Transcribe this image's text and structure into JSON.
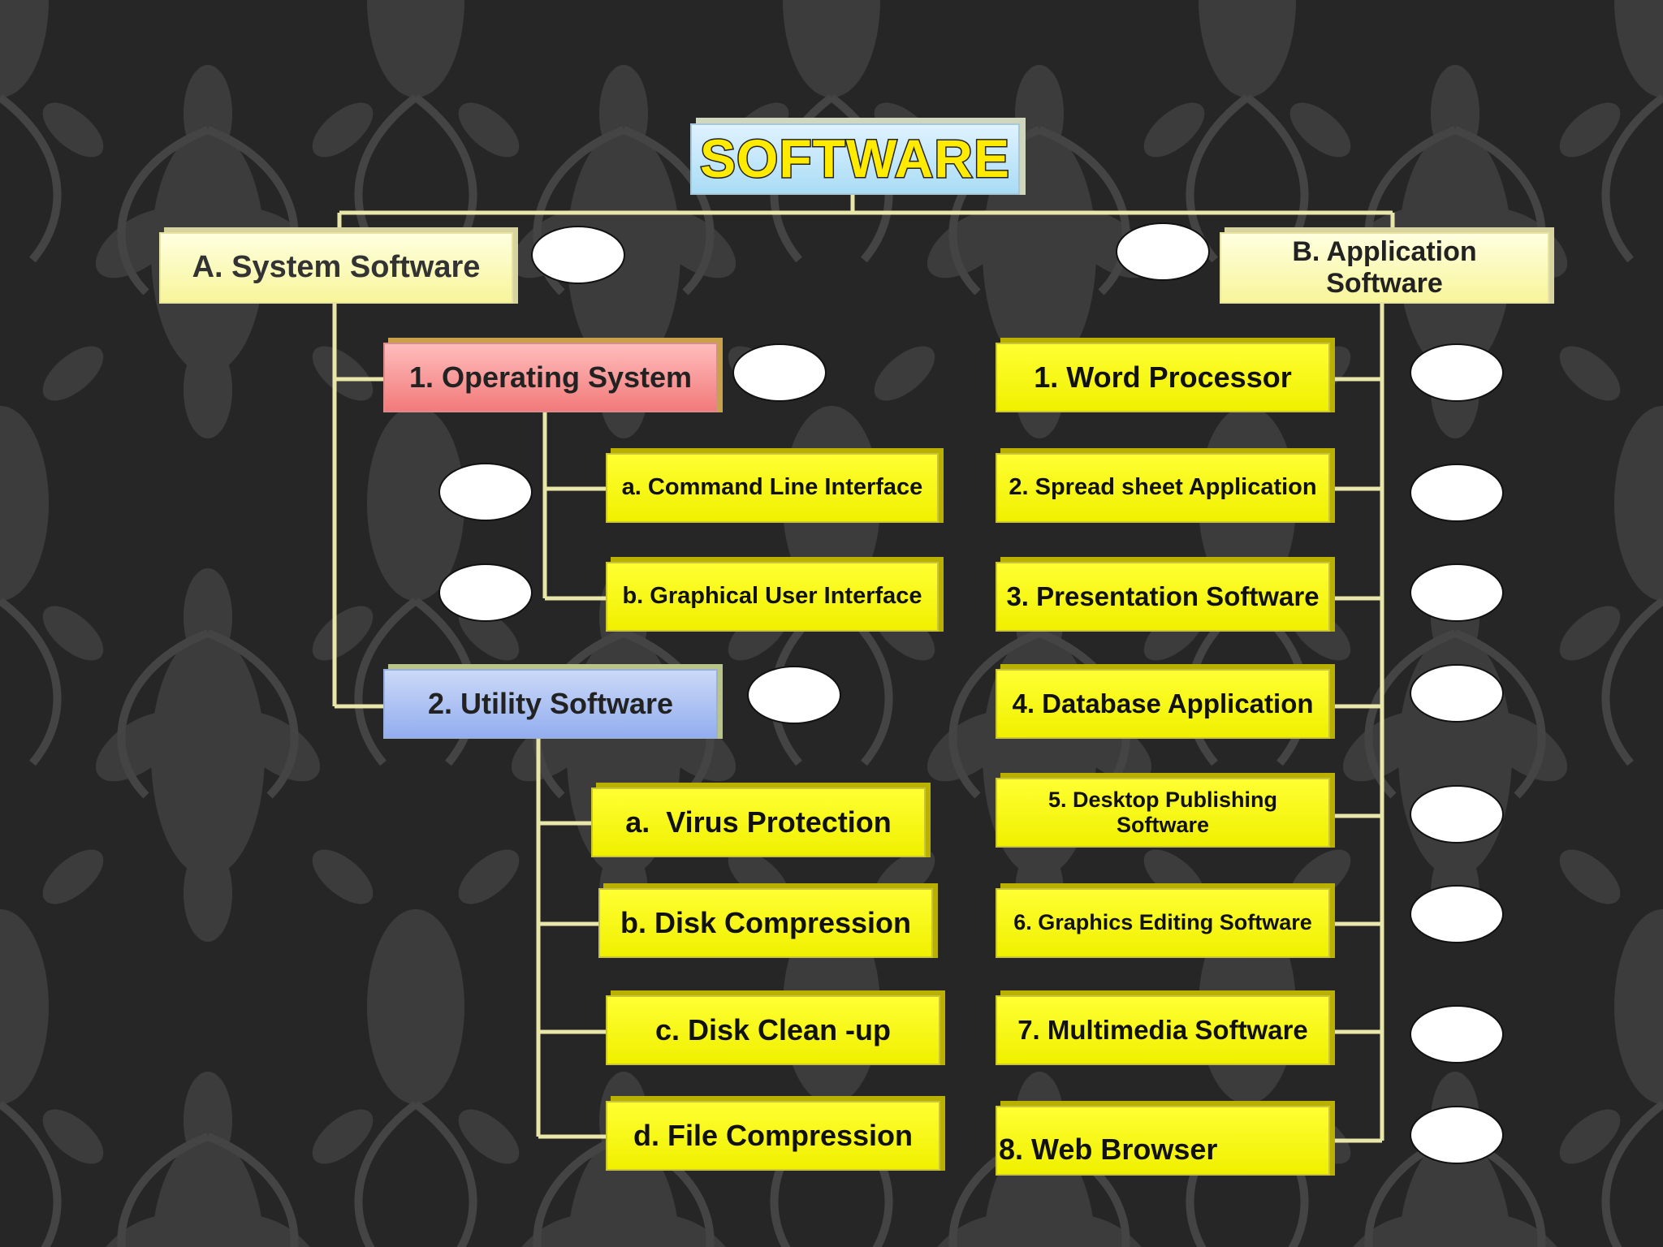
{
  "title": "SOFTWARE",
  "system_software": {
    "label": "A. System Software",
    "operating_system": {
      "label": "1. Operating System",
      "items": [
        "a. Command Line Interface",
        "b. Graphical User Interface"
      ]
    },
    "utility_software": {
      "label": "2. Utility Software",
      "items": [
        "a.  Virus Protection",
        "b. Disk Compression",
        "c. Disk Clean -up",
        "d. File Compression"
      ]
    }
  },
  "application_software": {
    "label": "B. Application Software",
    "items": [
      "1. Word Processor",
      "2. Spread sheet Application",
      "3. Presentation Software",
      "4. Database Application",
      "5. Desktop Publishing Software",
      "6. Graphics Editing Software",
      "7. Multimedia Software",
      "8. Web Browser"
    ]
  },
  "colors": {
    "background": "#2a2a2a",
    "connector": "#e8e6a8",
    "item_fill": "#ffff00",
    "title_text": "#ffeb00",
    "operating_system_fill": "#f27a7a",
    "utility_fill": "#93aef0"
  }
}
